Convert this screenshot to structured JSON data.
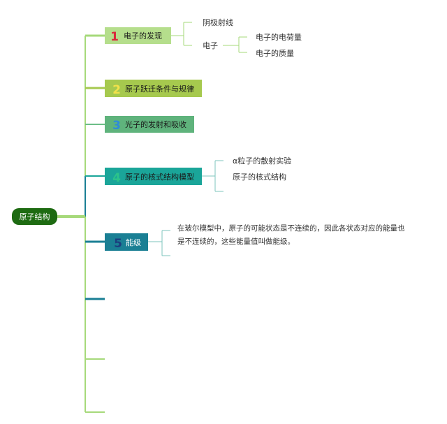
{
  "root": {
    "label": "原子结构",
    "color": "#1e6b12"
  },
  "branches": [
    {
      "number": "1",
      "label": "电子的发现",
      "box_color": "#b5de8c",
      "number_color": "#d9283b"
    },
    {
      "number": "2",
      "label": "原子跃迁条件与规律",
      "box_color": "#a6c94e",
      "number_color": "#f2e24b"
    },
    {
      "number": "3",
      "label": "光子的发射和吸收",
      "box_color": "#5fb37c",
      "number_color": "#2f8bd8"
    },
    {
      "number": "4",
      "label": "原子的核式结构模型",
      "box_color": "#1aa599",
      "number_color": "#2cc38a"
    },
    {
      "number": "5",
      "label": "能级",
      "box_color": "#1a7f94",
      "number_color": "#1c3e7e"
    }
  ],
  "leaves": {
    "b1_a": "阴极射线",
    "b1_b": "电子",
    "b1_b1": "电子的电荷量",
    "b1_b2": "电子的质量",
    "b4_a": "α粒子的散射实验",
    "b4_b": "原子的核式结构",
    "b5_line1": "在玻尔模型中，原子的可能状态是不连续的，因此各状态对应的能量也",
    "b5_line2": "是不连续的，这些能量值叫做能级。"
  },
  "colors": {
    "trunk_light": "#a6d97a",
    "trunk_mid": "#6cbd87",
    "trunk_dark": "#1a7f94",
    "leaf_line": "#a6d97a",
    "leaf_line_teal": "#7cc5be"
  }
}
